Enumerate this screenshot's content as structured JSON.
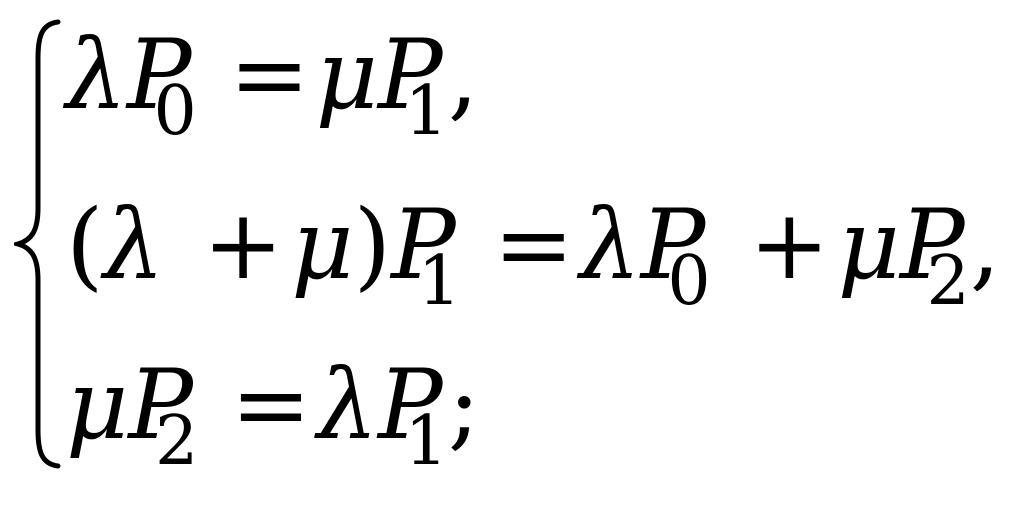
{
  "equations": {
    "line1": {
      "lhs_coef": "λ",
      "lhs_var": "P",
      "lhs_sub": "0",
      "eq": "=",
      "rhs_coef": "μ",
      "rhs_var": "P",
      "rhs_sub": "1",
      "end": ","
    },
    "line2": {
      "open_paren": "(",
      "sum_a": "λ",
      "plus": "+",
      "sum_b": "μ",
      "close_paren": ")",
      "lhs_var": "P",
      "lhs_sub": "1",
      "eq": "=",
      "rhs1_coef": "λ",
      "rhs1_var": "P",
      "rhs1_sub": "0",
      "plus2": "+",
      "rhs2_coef": "μ",
      "rhs2_var": "P",
      "rhs2_sub": "2",
      "end": ","
    },
    "line3": {
      "lhs_coef": "μ",
      "lhs_var": "P",
      "lhs_sub": "2",
      "eq": "=",
      "rhs_coef": "λ",
      "rhs_var": "P",
      "rhs_sub": "1",
      "end": ";"
    }
  }
}
